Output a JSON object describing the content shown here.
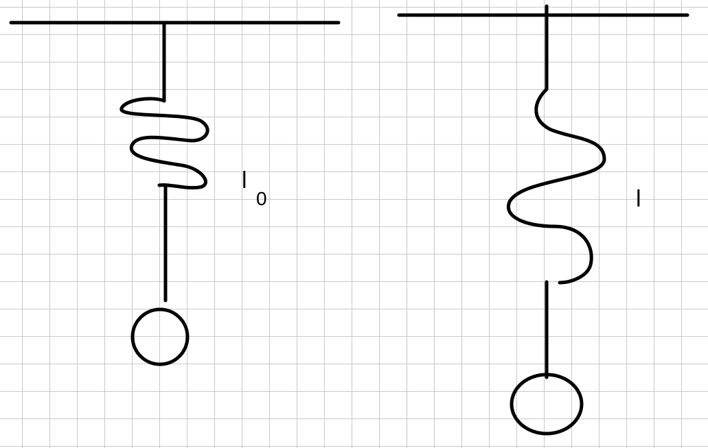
{
  "left_pendulum": {
    "length_label": "l",
    "length_subscript": "0"
  },
  "right_pendulum": {
    "length_label": "l"
  },
  "colors": {
    "ink": "#000000",
    "grid": "#c8c8c8",
    "background": "#ffffff"
  }
}
